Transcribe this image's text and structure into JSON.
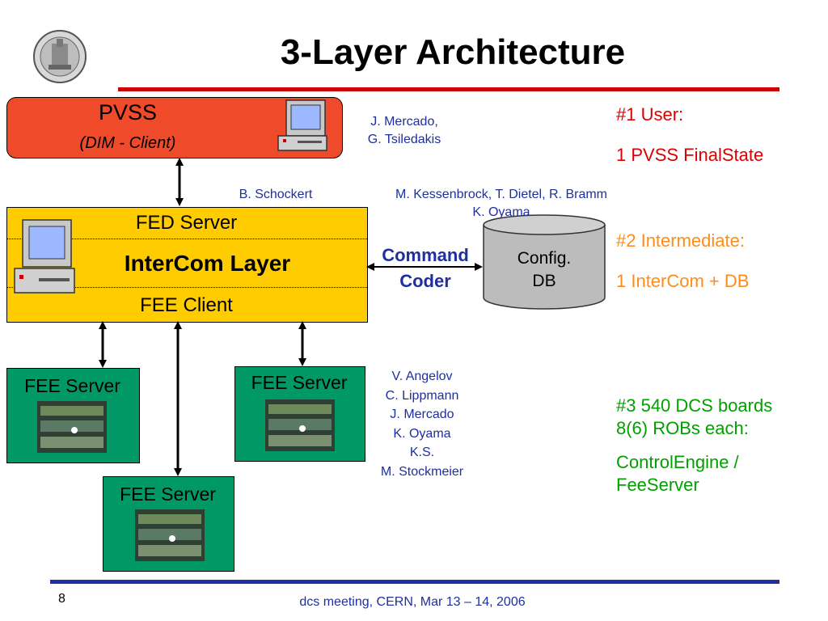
{
  "slide": {
    "title": "3-Layer Architecture",
    "page_number": "8",
    "footer": "dcs meeting, CERN, Mar 13 – 14, 2006"
  },
  "pvss": {
    "title": "PVSS",
    "subtitle": "(DIM - Client)"
  },
  "intercom": {
    "top": "FED Server",
    "middle": "InterCom Layer",
    "bottom": "FEE Client"
  },
  "fee_servers": [
    "FEE Server",
    "FEE Server",
    "FEE Server"
  ],
  "db": {
    "line1": "Config.",
    "line2": "DB"
  },
  "command_coder": [
    "Command",
    "Coder"
  ],
  "authors": {
    "pvss": [
      "J. Mercado,",
      "G. Tsiledakis"
    ],
    "fed": "B. Schockert",
    "intercom": [
      "M. Kessenbrock,  T. Dietel, R. Bramm",
      "K. Oyama"
    ],
    "fee": [
      "V. Angelov",
      "C. Lippmann",
      "J. Mercado",
      "K. Oyama",
      "K.S.",
      "M. Stockmeier"
    ]
  },
  "notes": {
    "n1": [
      "#1 User:",
      "1 PVSS FinalState"
    ],
    "n2": [
      "#2 Intermediate:",
      "1 InterCom + DB"
    ],
    "n3": [
      "#3 540 DCS boards",
      "8(6) ROBs each:",
      "ControlEngine /",
      "FeeServer"
    ]
  },
  "colors": {
    "pvss_bg": "#ef4a2a",
    "intercom_bg": "#ffcc00",
    "fee_bg": "#009966",
    "note1": "#dd0000",
    "note2": "#ff8c1a",
    "note3": "#00a000",
    "author_text": "#1f2f9f"
  },
  "icons": [
    "university-seal-icon",
    "computer-icon",
    "board-photo-icon",
    "database-icon",
    "arrow-icon"
  ]
}
